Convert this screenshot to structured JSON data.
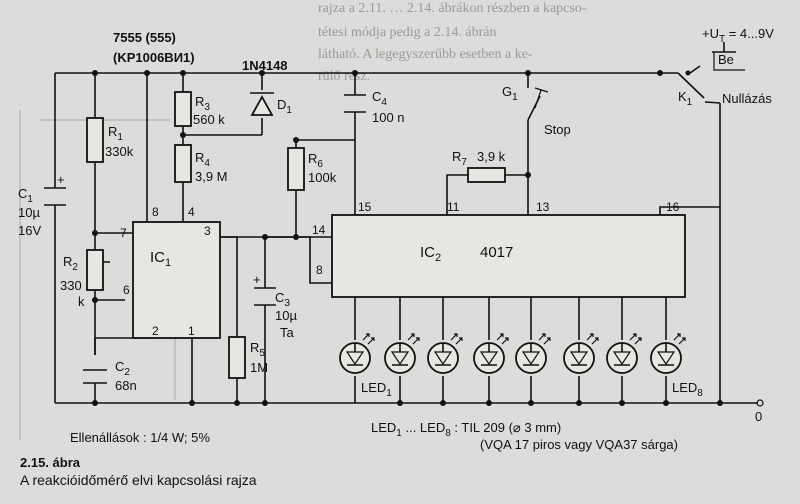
{
  "ic1": {
    "title_a": "7555 (555)",
    "title_b": "(KP1006BИ1)",
    "label": "IC",
    "sub": "1",
    "pins": {
      "p8": "8",
      "p7": "7",
      "p6": "6",
      "p2": "2",
      "p4": "4",
      "p3": "3",
      "p1": "1"
    }
  },
  "ic2": {
    "label": "IC",
    "sub": "2",
    "part": "4017",
    "pins": {
      "p14": "14",
      "p15": "15",
      "p8": "8",
      "p11": "11",
      "p13": "13",
      "p16": "16"
    }
  },
  "components": {
    "r1": {
      "name": "R",
      "sub": "1",
      "value": "330k"
    },
    "r2": {
      "name": "R",
      "sub": "2",
      "value_a": "330",
      "value_b": "k"
    },
    "r3": {
      "name": "R",
      "sub": "3",
      "value": "560 k"
    },
    "r4": {
      "name": "R",
      "sub": "4",
      "value": "3,9 M"
    },
    "r5": {
      "name": "R",
      "sub": "5",
      "value": "1M"
    },
    "r6": {
      "name": "R",
      "sub": "6",
      "value": "100k"
    },
    "r7": {
      "name": "R",
      "sub": "7",
      "value": "3,9 k"
    },
    "c1": {
      "name": "C",
      "sub": "1",
      "value_a": "10µ",
      "value_b": "16V"
    },
    "c2": {
      "name": "C",
      "sub": "2",
      "value": "68n"
    },
    "c3": {
      "name": "C",
      "sub": "3",
      "value_a": "10µ",
      "value_b": "Ta"
    },
    "c4": {
      "name": "C",
      "sub": "4",
      "value": "100 n"
    },
    "d1": {
      "part": "1N4148",
      "name": "D",
      "sub": "1"
    },
    "g1": {
      "name": "G",
      "sub": "1",
      "label": "Stop"
    },
    "k1": {
      "name": "K",
      "sub": "1",
      "label_on": "Be",
      "label_reset": "Nullázás"
    },
    "led1": {
      "name": "LED",
      "sub": "1"
    },
    "led8": {
      "name": "LED",
      "sub": "8"
    }
  },
  "plus_sign": "+",
  "supply": {
    "text": "+U",
    "sub": "T",
    "value": " = 4...9V"
  },
  "ground_label": "0",
  "resistors_note": "Ellenállások : 1/4 W; 5%",
  "leds_note": {
    "l1": "LED",
    "s1": "1",
    "mid": " ... LED",
    "s8": "8",
    "rest": " : TIL 209   (⌀ 3 mm)"
  },
  "leds_alt": "(VQA 17 piros vagy VQA37 sárga)",
  "figure": {
    "number": "2.15. ábra",
    "title": "A reakcióidőmérő elvi kapcsolási rajza"
  },
  "bleed_text": [
    "rajza a 2.11. … 2.14. ábrákon részben a kapcso-",
    "tétesi módja pedig a 2.14. ábrán",
    "látható. A legegyszerűbb esetben a ke-",
    "rülő rész."
  ]
}
